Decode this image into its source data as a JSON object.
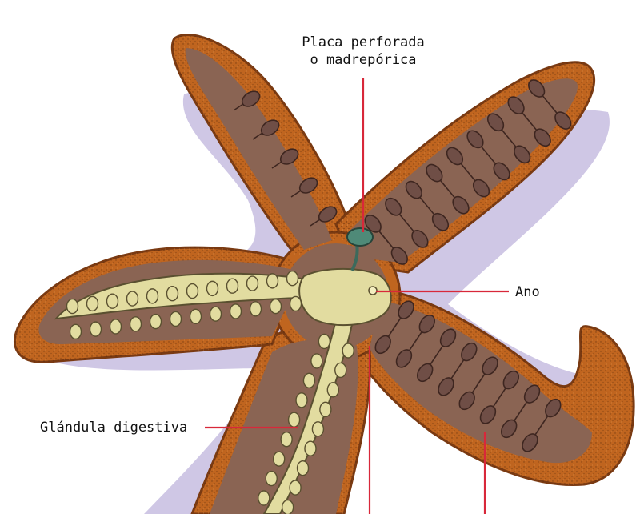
{
  "labels": {
    "madreporic_line1": "Placa perforada",
    "madreporic_line2": "o madrepórica",
    "anus": "Ano",
    "digestive_gland": "Glándula digestiva"
  },
  "colors": {
    "background": "#ffffff",
    "shadow": "#c7bde0",
    "arm_rim": "#c0651f",
    "arm_rim_dark": "#7a3a12",
    "arm_interior": "#8a6453",
    "gonad_fill": "#6f4e46",
    "gland_fill": "#e2dca0",
    "gland_stroke": "#5a5030",
    "madreporite": "#4f8a78",
    "leader_line": "#d8283a",
    "label_text": "#111111"
  }
}
